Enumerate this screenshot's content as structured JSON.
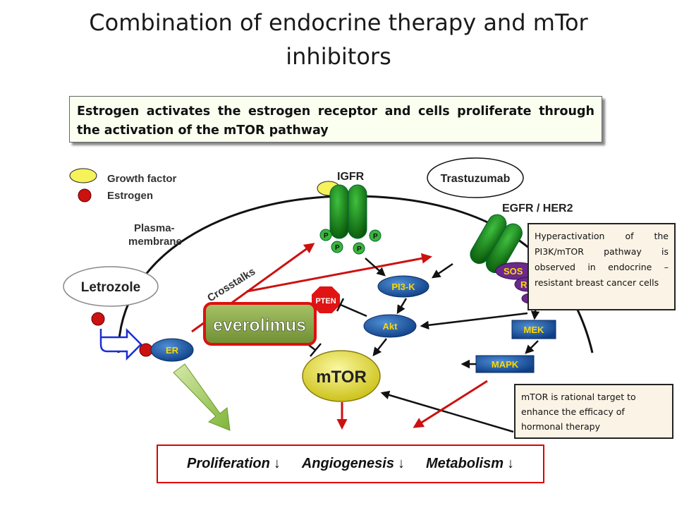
{
  "title": "Combination of endocrine therapy and mTor inhibitors",
  "intro": "Estrogen activates the estrogen receptor and cells proliferate through the activation of the mTOR pathway",
  "legend": {
    "growth_factor": "Growth factor",
    "estrogen": "Estrogen"
  },
  "labels": {
    "plasma_membrane_1": "Plasma-",
    "plasma_membrane_2": "membrane",
    "igfr": "IGFR",
    "egfr_her2": "EGFR / HER2",
    "trastuzumab": "Trastuzumab",
    "letrozole": "Letrozole",
    "crosstalks": "Crosstalks",
    "everolimus": "everolimus",
    "pten": "PTEN",
    "pi3k": "PI3-K",
    "akt": "Akt",
    "er": "ER",
    "mtor": "mTOR",
    "mek": "MEK",
    "mapk": "MAPK",
    "sos": "SOS",
    "r": "R",
    "p": "P"
  },
  "notes": {
    "hyperactivation": "Hyperactivation of the PI3K/mTOR pathway is observed in endocrine – resistant breast cancer cells",
    "rational_target": "mTOR is rational target to enhance the efficacy of hormonal therapy"
  },
  "outcomes": [
    {
      "label": "Proliferation",
      "arrow": "↓"
    },
    {
      "label": "Angiogenesis",
      "arrow": "↓"
    },
    {
      "label": "Metabolism",
      "arrow": "↓"
    }
  ],
  "colors": {
    "receptor_green": "#1e7a1e",
    "node_blue": "#1f5fa8",
    "red_arrow": "#cc1111",
    "estrogen_red": "#cc1111",
    "growth_factor_yellow": "#f5f25a",
    "everolimus_green": "#8dab4a",
    "mtor_yellow": "#e8e04a",
    "sos_purple": "#6a2a8a"
  }
}
